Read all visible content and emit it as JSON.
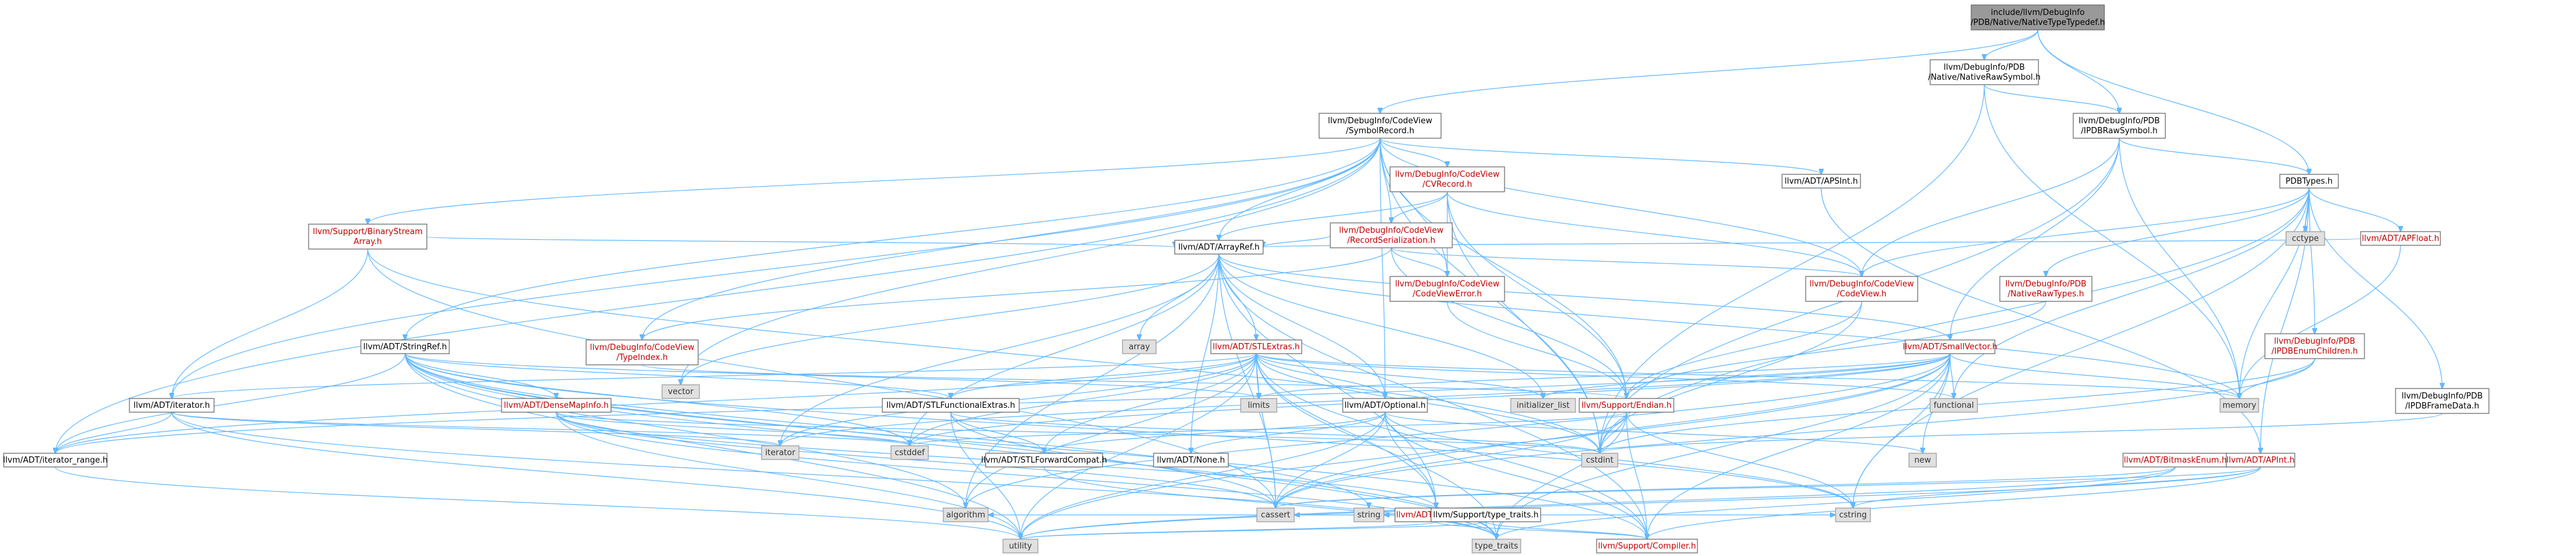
{
  "diagram": {
    "colors": {
      "edge": "#63b8ff",
      "node_border": "#666666",
      "root_fill": "#999999",
      "system_header_fill": "#e0e0e0",
      "red_label": "#c00000"
    },
    "nodes": [
      {
        "id": "root",
        "kind": "root",
        "lines": [
          "include/llvm/DebugInfo",
          "/PDB/Native/NativeTypeTypedef.h"
        ]
      },
      {
        "id": "raw",
        "kind": "black",
        "lines": [
          "llvm/DebugInfo/PDB",
          "/Native/NativeRawSymbol.h"
        ]
      },
      {
        "id": "sym",
        "kind": "black",
        "lines": [
          "llvm/DebugInfo/CodeView",
          "/SymbolRecord.h"
        ]
      },
      {
        "id": "ipdb",
        "kind": "black",
        "lines": [
          "llvm/DebugInfo/PDB",
          "/IPDBRawSymbol.h"
        ]
      },
      {
        "id": "pdbt",
        "kind": "black",
        "lines": [
          "PDBTypes.h"
        ]
      },
      {
        "id": "cvrec",
        "kind": "red",
        "lines": [
          "llvm/DebugInfo/CodeView",
          "/CVRecord.h"
        ]
      },
      {
        "id": "apsint",
        "kind": "black",
        "lines": [
          "llvm/ADT/APSInt.h"
        ]
      },
      {
        "id": "bsa",
        "kind": "red",
        "lines": [
          "llvm/Support/BinaryStream",
          "Array.h"
        ]
      },
      {
        "id": "recser",
        "kind": "red",
        "lines": [
          "llvm/DebugInfo/CodeView",
          "/RecordSerialization.h"
        ]
      },
      {
        "id": "cctype",
        "kind": "gray",
        "lines": [
          "cctype"
        ]
      },
      {
        "id": "apfloat",
        "kind": "red",
        "lines": [
          "llvm/ADT/APFloat.h"
        ]
      },
      {
        "id": "arrayref",
        "kind": "black",
        "lines": [
          "llvm/ADT/ArrayRef.h"
        ]
      },
      {
        "id": "cverr",
        "kind": "red",
        "lines": [
          "llvm/DebugInfo/CodeView",
          "/CodeViewError.h"
        ]
      },
      {
        "id": "cv",
        "kind": "red",
        "lines": [
          "llvm/DebugInfo/CodeView",
          "/CodeView.h"
        ]
      },
      {
        "id": "nrt",
        "kind": "red",
        "lines": [
          "llvm/DebugInfo/PDB",
          "/NativeRawTypes.h"
        ]
      },
      {
        "id": "enumch",
        "kind": "red",
        "lines": [
          "llvm/DebugInfo/PDB",
          "/IPDBEnumChildren.h"
        ]
      },
      {
        "id": "stringref",
        "kind": "black",
        "lines": [
          "llvm/ADT/StringRef.h"
        ]
      },
      {
        "id": "typeindex",
        "kind": "red",
        "lines": [
          "llvm/DebugInfo/CodeView",
          "/TypeIndex.h"
        ]
      },
      {
        "id": "vector",
        "kind": "gray",
        "lines": [
          "vector"
        ]
      },
      {
        "id": "array",
        "kind": "gray",
        "lines": [
          "array"
        ]
      },
      {
        "id": "stlextras",
        "kind": "red",
        "lines": [
          "llvm/ADT/STLExtras.h"
        ]
      },
      {
        "id": "smallvec",
        "kind": "red",
        "lines": [
          "llvm/ADT/SmallVector.h"
        ]
      },
      {
        "id": "framedata",
        "kind": "black",
        "lines": [
          "llvm/DebugInfo/PDB",
          "/IPDBFrameData.h"
        ]
      },
      {
        "id": "iterator",
        "kind": "black",
        "lines": [
          "llvm/ADT/iterator.h"
        ]
      },
      {
        "id": "densemapinfo",
        "kind": "red",
        "lines": [
          "llvm/ADT/DenseMapInfo.h"
        ]
      },
      {
        "id": "stlfe",
        "kind": "black",
        "lines": [
          "llvm/ADT/STLFunctionalExtras.h"
        ]
      },
      {
        "id": "limits",
        "kind": "gray",
        "lines": [
          "limits"
        ]
      },
      {
        "id": "optional",
        "kind": "black",
        "lines": [
          "llvm/ADT/Optional.h"
        ]
      },
      {
        "id": "initlist",
        "kind": "gray",
        "lines": [
          "initializer_list"
        ]
      },
      {
        "id": "endian",
        "kind": "red",
        "lines": [
          "llvm/Support/Endian.h"
        ]
      },
      {
        "id": "functional",
        "kind": "gray",
        "lines": [
          "functional"
        ]
      },
      {
        "id": "memory",
        "kind": "gray",
        "lines": [
          "memory"
        ]
      },
      {
        "id": "iterrange",
        "kind": "black",
        "lines": [
          "llvm/ADT/iterator_range.h"
        ]
      },
      {
        "id": "iteratorstd",
        "kind": "gray",
        "lines": [
          "iterator"
        ]
      },
      {
        "id": "cstddef",
        "kind": "gray",
        "lines": [
          "cstddef"
        ]
      },
      {
        "id": "stlfwd",
        "kind": "black",
        "lines": [
          "llvm/ADT/STLForwardCompat.h"
        ]
      },
      {
        "id": "none",
        "kind": "black",
        "lines": [
          "llvm/ADT/None.h"
        ]
      },
      {
        "id": "cstdint",
        "kind": "gray",
        "lines": [
          "cstdint"
        ]
      },
      {
        "id": "new",
        "kind": "gray",
        "lines": [
          "new"
        ]
      },
      {
        "id": "bitmask",
        "kind": "red",
        "lines": [
          "llvm/ADT/BitmaskEnum.h"
        ]
      },
      {
        "id": "apint",
        "kind": "red",
        "lines": [
          "llvm/ADT/APInt.h"
        ]
      },
      {
        "id": "hashing",
        "kind": "red",
        "lines": [
          "llvm/ADT/Hashing.h"
        ]
      },
      {
        "id": "algorithm",
        "kind": "gray",
        "lines": [
          "algorithm"
        ]
      },
      {
        "id": "cassert",
        "kind": "gray",
        "lines": [
          "cassert"
        ]
      },
      {
        "id": "string",
        "kind": "gray",
        "lines": [
          "string"
        ]
      },
      {
        "id": "typetraitsh",
        "kind": "black",
        "lines": [
          "llvm/Support/type_traits.h"
        ]
      },
      {
        "id": "cstring",
        "kind": "gray",
        "lines": [
          "cstring"
        ]
      },
      {
        "id": "utility",
        "kind": "gray",
        "lines": [
          "utility"
        ]
      },
      {
        "id": "typetraits",
        "kind": "gray",
        "lines": [
          "type_traits"
        ]
      },
      {
        "id": "compiler",
        "kind": "red",
        "lines": [
          "llvm/Support/Compiler.h"
        ]
      }
    ],
    "edges": [
      [
        "root",
        "raw"
      ],
      [
        "root",
        "sym"
      ],
      [
        "root",
        "ipdb"
      ],
      [
        "root",
        "pdbt"
      ],
      [
        "raw",
        "ipdb"
      ],
      [
        "raw",
        "cstdint"
      ],
      [
        "raw",
        "memory"
      ],
      [
        "ipdb",
        "pdbt"
      ],
      [
        "ipdb",
        "cv"
      ],
      [
        "ipdb",
        "smallvec"
      ],
      [
        "ipdb",
        "memory"
      ],
      [
        "ipdb",
        "cstdint"
      ],
      [
        "sym",
        "cvrec"
      ],
      [
        "sym",
        "apsint"
      ],
      [
        "sym",
        "bsa"
      ],
      [
        "sym",
        "recser"
      ],
      [
        "sym",
        "arrayref"
      ],
      [
        "sym",
        "cv"
      ],
      [
        "sym",
        "stringref"
      ],
      [
        "sym",
        "typeindex"
      ],
      [
        "sym",
        "vector"
      ],
      [
        "sym",
        "optional"
      ],
      [
        "sym",
        "iterator"
      ],
      [
        "sym",
        "iterrange"
      ],
      [
        "sym",
        "endian"
      ],
      [
        "sym",
        "cstdint"
      ],
      [
        "sym",
        "cverr"
      ],
      [
        "pdbt",
        "apfloat"
      ],
      [
        "pdbt",
        "cctype"
      ],
      [
        "pdbt",
        "nrt"
      ],
      [
        "pdbt",
        "enumch"
      ],
      [
        "pdbt",
        "framedata"
      ],
      [
        "pdbt",
        "cv"
      ],
      [
        "pdbt",
        "memory"
      ],
      [
        "pdbt",
        "functional"
      ],
      [
        "pdbt",
        "apint"
      ],
      [
        "pdbt",
        "cstring"
      ],
      [
        "pdbt",
        "cstdint"
      ],
      [
        "cvrec",
        "recser"
      ],
      [
        "cvrec",
        "cverr"
      ],
      [
        "cvrec",
        "cv"
      ],
      [
        "cvrec",
        "arrayref"
      ],
      [
        "cvrec",
        "endian"
      ],
      [
        "cvrec",
        "cstdint"
      ],
      [
        "apsint",
        "apint"
      ],
      [
        "bsa",
        "arrayref"
      ],
      [
        "bsa",
        "iterator"
      ],
      [
        "bsa",
        "cassert"
      ],
      [
        "bsa",
        "cstdint"
      ],
      [
        "recser",
        "arrayref"
      ],
      [
        "recser",
        "cverr"
      ],
      [
        "recser",
        "cv"
      ],
      [
        "recser",
        "endian"
      ],
      [
        "recser",
        "typeindex"
      ],
      [
        "apfloat",
        "arrayref"
      ],
      [
        "apfloat",
        "memory"
      ],
      [
        "arrayref",
        "array"
      ],
      [
        "arrayref",
        "stlextras"
      ],
      [
        "arrayref",
        "smallvec"
      ],
      [
        "arrayref",
        "vector"
      ],
      [
        "arrayref",
        "initlist"
      ],
      [
        "arrayref",
        "iteratorstd"
      ],
      [
        "arrayref",
        "cstddef"
      ],
      [
        "arrayref",
        "memory"
      ],
      [
        "arrayref",
        "algorithm"
      ],
      [
        "arrayref",
        "cassert"
      ],
      [
        "arrayref",
        "hashing"
      ],
      [
        "arrayref",
        "none"
      ],
      [
        "arrayref",
        "optional"
      ],
      [
        "arrayref",
        "type_traits_link"
      ],
      [
        "arrayref",
        "compiler"
      ],
      [
        "cv",
        "endian"
      ],
      [
        "cv",
        "cstdint"
      ],
      [
        "cv",
        "type_traits_ext"
      ],
      [
        "nrt",
        "endian"
      ],
      [
        "enumch",
        "memory"
      ],
      [
        "enumch",
        "cassert"
      ],
      [
        "enumch",
        "cstdint"
      ],
      [
        "stringref",
        "densemapinfo"
      ],
      [
        "stringref",
        "stlfe"
      ],
      [
        "stringref",
        "iterrange"
      ],
      [
        "stringref",
        "compiler"
      ],
      [
        "stringref",
        "algorithm"
      ],
      [
        "stringref",
        "cassert"
      ],
      [
        "stringref",
        "cstddef"
      ],
      [
        "stringref",
        "cstring"
      ],
      [
        "stringref",
        "limits"
      ],
      [
        "stringref",
        "string"
      ],
      [
        "stringref",
        "typetraits"
      ],
      [
        "stringref",
        "utility"
      ],
      [
        "typeindex",
        "endian"
      ],
      [
        "typeindex",
        "cinttypes"
      ],
      [
        "stlextras",
        "iterator"
      ],
      [
        "stlextras",
        "stlfe"
      ],
      [
        "stlextras",
        "stlfwd"
      ],
      [
        "stlextras",
        "iterrange"
      ],
      [
        "stlextras",
        "optional"
      ],
      [
        "stlextras",
        "hashing"
      ],
      [
        "stlextras",
        "algorithm"
      ],
      [
        "stlextras",
        "cassert"
      ],
      [
        "stlextras",
        "cstddef"
      ],
      [
        "stlextras",
        "cstdint"
      ],
      [
        "stlextras",
        "functional"
      ],
      [
        "stlextras",
        "initlist"
      ],
      [
        "stlextras",
        "iteratorstd"
      ],
      [
        "stlextras",
        "limits"
      ],
      [
        "stlextras",
        "memory"
      ],
      [
        "stlextras",
        "tuple"
      ],
      [
        "stlextras",
        "typetraits"
      ],
      [
        "stlextras",
        "utility"
      ],
      [
        "stlextras",
        "compiler"
      ],
      [
        "smallvec",
        "iterrange"
      ],
      [
        "smallvec",
        "compiler"
      ],
      [
        "smallvec",
        "type_traits_link"
      ],
      [
        "smallvec",
        "algorithm"
      ],
      [
        "smallvec",
        "cassert"
      ],
      [
        "smallvec",
        "cstddef"
      ],
      [
        "smallvec",
        "cstring"
      ],
      [
        "smallvec",
        "functional"
      ],
      [
        "smallvec",
        "initlist"
      ],
      [
        "smallvec",
        "iteratorstd"
      ],
      [
        "smallvec",
        "limits"
      ],
      [
        "smallvec",
        "memory"
      ],
      [
        "smallvec",
        "new"
      ],
      [
        "smallvec",
        "typetraits"
      ],
      [
        "smallvec",
        "utility"
      ],
      [
        "framedata",
        "cstdint"
      ],
      [
        "iterator",
        "iterrange"
      ],
      [
        "iterator",
        "cstddef"
      ],
      [
        "iterator",
        "iteratorstd"
      ],
      [
        "iterator",
        "typetraits"
      ],
      [
        "iterator",
        "utility"
      ],
      [
        "iterrange",
        "utility"
      ],
      [
        "densemapinfo",
        "cassert"
      ],
      [
        "densemapinfo",
        "cstddef"
      ],
      [
        "densemapinfo",
        "cstdint"
      ],
      [
        "densemapinfo",
        "typetraits"
      ],
      [
        "densemapinfo",
        "utility"
      ],
      [
        "densemapinfo",
        "hashing"
      ],
      [
        "stlfe",
        "stlfwd"
      ],
      [
        "stlfe",
        "cstdint"
      ],
      [
        "stlfe",
        "typetraits"
      ],
      [
        "stlfe",
        "utility"
      ],
      [
        "stlfwd",
        "typetraits"
      ],
      [
        "optional",
        "hashing"
      ],
      [
        "optional",
        "none"
      ],
      [
        "optional",
        "stlfwd"
      ],
      [
        "optional",
        "type_traits_link"
      ],
      [
        "optional",
        "compiler"
      ],
      [
        "optional",
        "cassert"
      ],
      [
        "optional",
        "cstring"
      ],
      [
        "optional",
        "new"
      ],
      [
        "optional",
        "utility"
      ],
      [
        "endian",
        "compiler"
      ],
      [
        "endian",
        "cassert"
      ],
      [
        "endian",
        "cstddef"
      ],
      [
        "endian",
        "cstdint"
      ],
      [
        "endian",
        "cstring"
      ],
      [
        "endian",
        "typetraits"
      ],
      [
        "apint",
        "bitmask"
      ],
      [
        "apint",
        "compiler"
      ],
      [
        "apint",
        "cassert"
      ],
      [
        "apint",
        "climits"
      ],
      [
        "apint",
        "cstring"
      ],
      [
        "apint",
        "utility"
      ],
      [
        "bitmask",
        "cassert"
      ],
      [
        "bitmask",
        "typetraits"
      ],
      [
        "bitmask",
        "utility"
      ],
      [
        "hashing",
        "compiler"
      ],
      [
        "hashing",
        "algorithm"
      ],
      [
        "hashing",
        "cassert"
      ],
      [
        "hashing",
        "cstring"
      ],
      [
        "hashing",
        "string"
      ],
      [
        "hashing",
        "tuple"
      ],
      [
        "hashing",
        "utility"
      ],
      [
        "hashing",
        "typetraitsh"
      ],
      [
        "typetraitsh",
        "typetraits"
      ],
      [
        "typetraitsh",
        "utility"
      ],
      [
        "typetraitsh",
        "compiler"
      ],
      [
        "cverr",
        "endian"
      ]
    ]
  }
}
